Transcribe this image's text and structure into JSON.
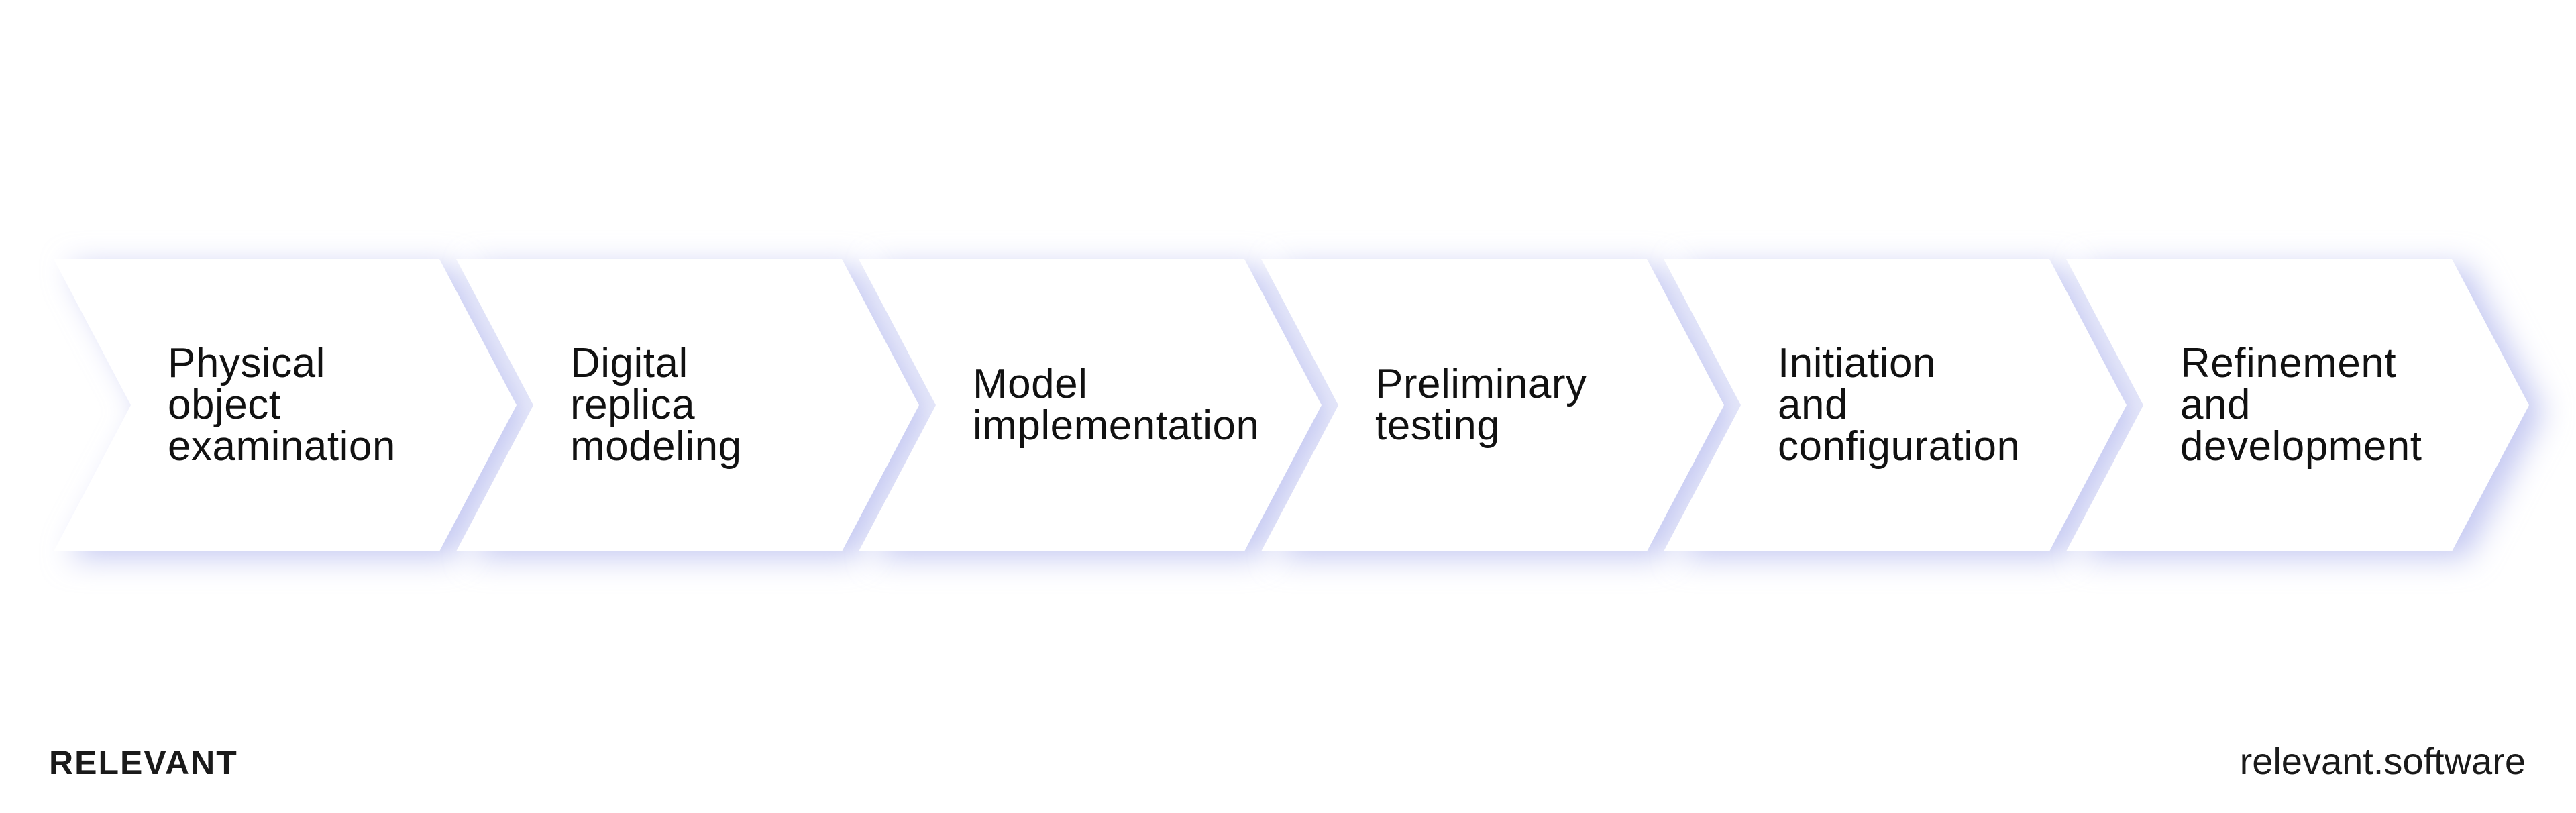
{
  "diagram": {
    "type": "process-chevrons",
    "colors": {
      "chevron_fill": "#ffffff",
      "chevron_shadow": "#c5c9f2",
      "text": "#111111",
      "background": "#ffffff"
    },
    "steps": [
      {
        "label": "Physical object examination",
        "lines": [
          "Physical",
          "object",
          "examination"
        ]
      },
      {
        "label": "Digital replica modeling",
        "lines": [
          "Digital",
          "replica",
          "modeling"
        ]
      },
      {
        "label": "Model implementation",
        "lines": [
          "Model",
          "implementation"
        ]
      },
      {
        "label": "Preliminary testing",
        "lines": [
          "Preliminary",
          "testing"
        ]
      },
      {
        "label": "Initiation and configuration",
        "lines": [
          "Initiation",
          "and",
          "configuration"
        ]
      },
      {
        "label": "Refinement and development",
        "lines": [
          "Refinement",
          "and",
          "development"
        ]
      }
    ]
  },
  "footer": {
    "brand": "RELEVANT",
    "url": "relevant.software"
  }
}
